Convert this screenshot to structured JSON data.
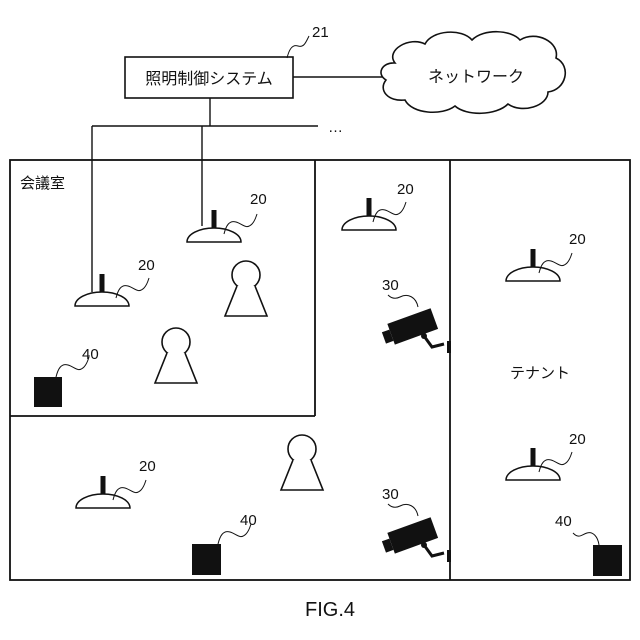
{
  "system": {
    "label": "照明制御システム",
    "ref": "21"
  },
  "network": {
    "label": "ネットワーク"
  },
  "bus_continuation": "…",
  "rooms": {
    "meeting_room": {
      "label": "会議室"
    },
    "tenant": {
      "label": "テナント"
    }
  },
  "refs": {
    "lighting": "20",
    "camera": "30",
    "sensor": "40"
  },
  "caption": "FIG.4"
}
